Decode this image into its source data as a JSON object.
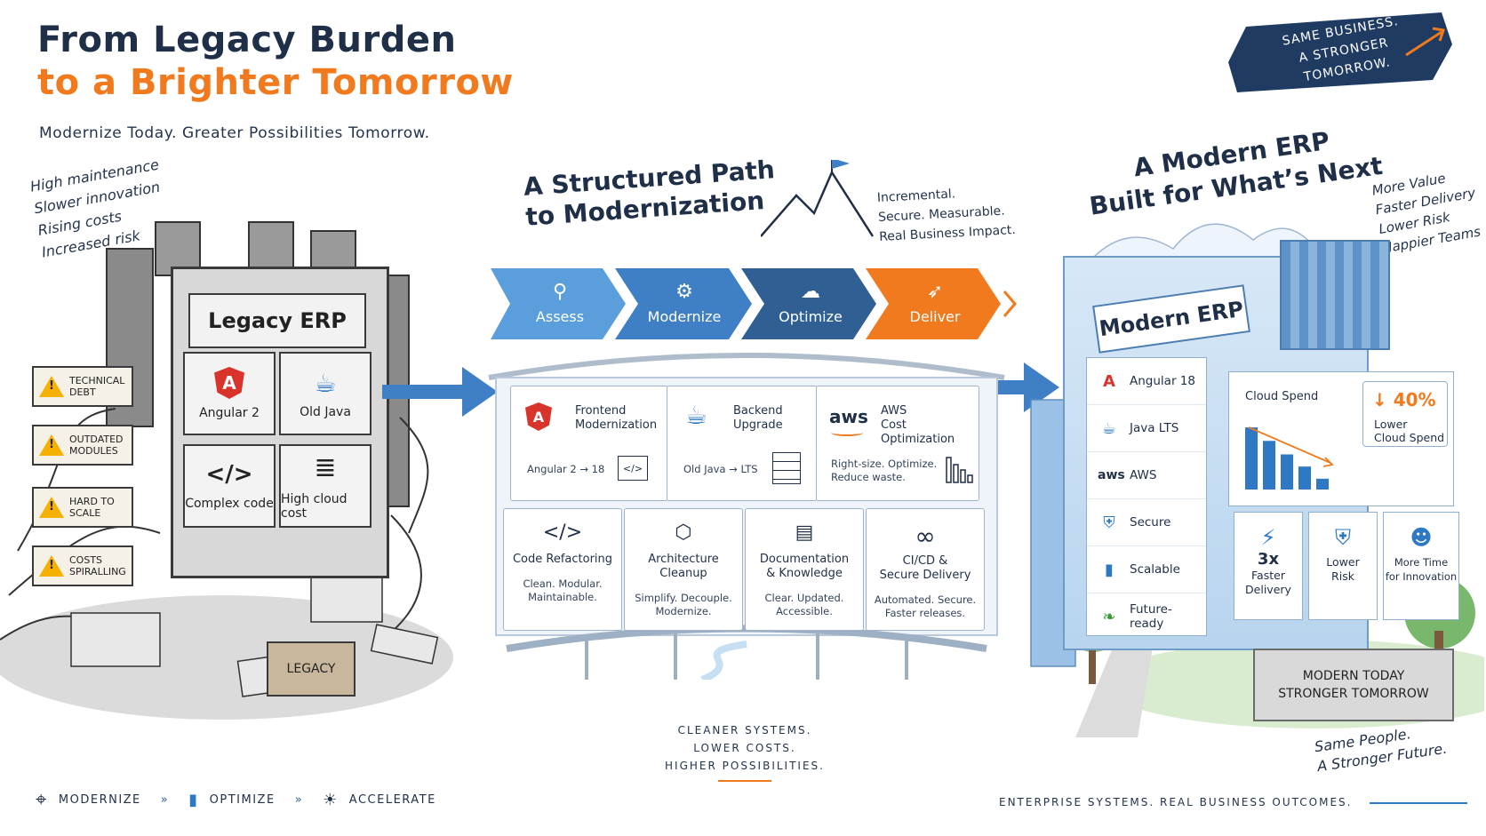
{
  "header": {
    "title_line1": "From Legacy Burden",
    "title_line2": "to a Brighter Tomorrow",
    "subtitle": "Modernize Today. Greater Possibilities Tomorrow."
  },
  "banner": {
    "line1": "SAME BUSINESS.",
    "line2": "A STRONGER TOMORROW."
  },
  "legacy": {
    "notes": [
      "High maintenance",
      "Slower innovation",
      "Rising costs",
      "Increased risk"
    ],
    "sign": "Legacy ERP",
    "tiles": [
      {
        "icon": "A",
        "label": "Angular 2"
      },
      {
        "icon": "☕",
        "label": "Old Java"
      },
      {
        "icon": "</>",
        "label": "Complex code"
      },
      {
        "icon": "≣",
        "label": "High cloud cost"
      }
    ],
    "warnings": [
      {
        "line1": "TECHNICAL",
        "line2": "DEBT"
      },
      {
        "line1": "OUTDATED",
        "line2": "MODULES"
      },
      {
        "line1": "HARD TO",
        "line2": "SCALE"
      },
      {
        "line1": "COSTS",
        "line2": "SPIRALLING"
      }
    ],
    "box_label": "LEGACY"
  },
  "middle": {
    "title_line1": "A Structured Path",
    "title_line2": "to Modernization",
    "tagline": [
      "Incremental.",
      "Secure. Measurable.",
      "Real Business Impact."
    ],
    "steps": [
      {
        "icon": "search-icon",
        "label": "Assess",
        "color": "#5a9fdc"
      },
      {
        "icon": "gear-icon",
        "label": "Modernize",
        "color": "#3f7fc6"
      },
      {
        "icon": "cloud-icon",
        "label": "Optimize",
        "color": "#2f5f93"
      },
      {
        "icon": "rocket-icon",
        "label": "Deliver",
        "color": "#f07a1d"
      }
    ],
    "top_cards": [
      {
        "title1": "Frontend",
        "title2": "Modernization",
        "detail": "Angular 2 → 18"
      },
      {
        "title1": "Backend",
        "title2": "Upgrade",
        "detail": "Old Java → LTS"
      },
      {
        "title1": "AWS",
        "title2": "Cost Optimization",
        "detail1": "Right-size. Optimize.",
        "detail2": "Reduce waste.",
        "logo": "aws"
      }
    ],
    "bottom_cards": [
      {
        "icon": "</>",
        "title1": "Code Refactoring",
        "title2": "",
        "sub1": "Clean. Modular.",
        "sub2": "Maintainable."
      },
      {
        "icon": "⬡",
        "title1": "Architecture",
        "title2": "Cleanup",
        "sub1": "Simplify. Decouple.",
        "sub2": "Modernize."
      },
      {
        "icon": "▤",
        "title1": "Documentation",
        "title2": "& Knowledge",
        "sub1": "Clear. Updated.",
        "sub2": "Accessible."
      },
      {
        "icon": "∞",
        "title1": "CI/CD &",
        "title2": "Secure Delivery",
        "sub1": "Automated. Secure.",
        "sub2": "Faster releases."
      }
    ],
    "bottom_text": [
      "CLEANER SYSTEMS.",
      "LOWER COSTS.",
      "HIGHER POSSIBILITIES."
    ]
  },
  "modern": {
    "title_line1": "A Modern ERP",
    "title_line2": "Built for What’s Next",
    "notes": [
      "More Value",
      "Faster Delivery",
      "Lower Risk",
      "Happier Teams"
    ],
    "sign": "Modern ERP",
    "list": [
      {
        "icon": "A",
        "label": "Angular 18",
        "color": "#d9342b"
      },
      {
        "icon": "☕",
        "label": "Java LTS",
        "color": "#2f78c4"
      },
      {
        "icon": "aws",
        "label": "AWS",
        "color": "#1f2f47"
      },
      {
        "icon": "⛨",
        "label": "Secure",
        "color": "#2f78c4"
      },
      {
        "icon": "▮",
        "label": "Scalable",
        "color": "#2f78c4"
      },
      {
        "icon": "❧",
        "label": "Future-ready",
        "color": "#3c9a3c"
      }
    ],
    "spend": {
      "title": "Cloud Spend",
      "pct": "↓ 40%",
      "label1": "Lower",
      "label2": "Cloud Spend"
    },
    "spend_bars": [
      0.92,
      0.72,
      0.52,
      0.34,
      0.16
    ],
    "small_cards": [
      {
        "icon": "⚡",
        "value": "3x",
        "label1": "Faster",
        "label2": "Delivery"
      },
      {
        "icon": "⛨",
        "value": "",
        "label1": "Lower",
        "label2": "Risk"
      },
      {
        "icon": "☻",
        "value": "",
        "label1": "More Time",
        "label2": "for Innovation"
      }
    ],
    "stone": {
      "line1": "MODERN TODAY",
      "line2": "STRONGER TOMORROW"
    },
    "signature": {
      "line1": "Same People.",
      "line2": "A Stronger Future."
    }
  },
  "footer": {
    "items": [
      "MODERNIZE",
      "OPTIMIZE",
      "ACCELERATE"
    ],
    "right": "ENTERPRISE SYSTEMS. REAL BUSINESS OUTCOMES."
  },
  "colors": {
    "navy": "#1f2f47",
    "orange": "#f07a1d",
    "blue": "#2f78c4"
  }
}
